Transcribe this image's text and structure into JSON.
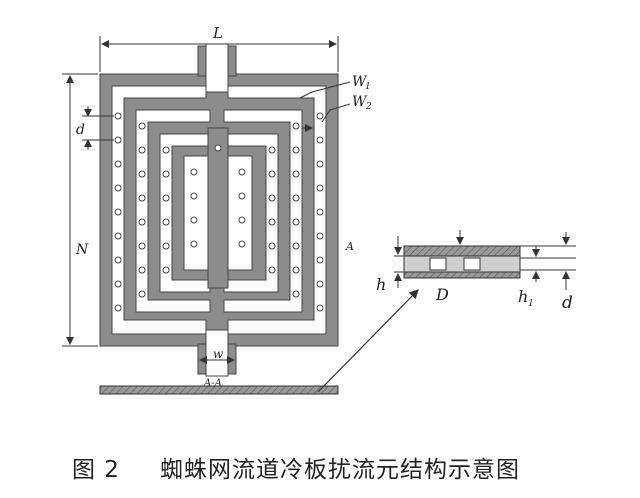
{
  "figure": {
    "labels": {
      "L": "L",
      "W1": "W",
      "W1_sub": "1",
      "W2": "W",
      "W2_sub": "2",
      "d_left": "d",
      "N": "N",
      "A": "A",
      "w": "w",
      "AA": "A-A",
      "h": "h",
      "D": "D",
      "h1": "h",
      "h1_sub": "1",
      "d_right": "d"
    }
  },
  "caption": {
    "number": "图 2",
    "title": "蜘蛛网流道冷板扰流元结构示意图"
  },
  "colors": {
    "wall": "#8c8c8c",
    "line": "#333333",
    "background": "#ffffff"
  }
}
